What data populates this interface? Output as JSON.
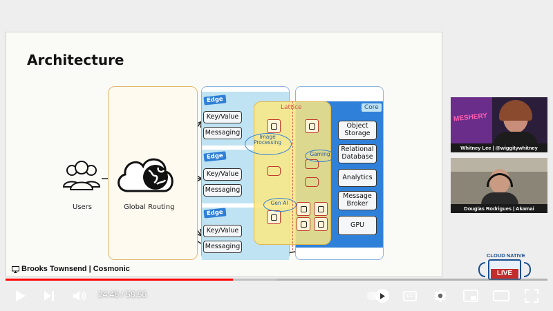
{
  "slide": {
    "title": "Architecture",
    "users_label": "Users",
    "global_routing_label": "Global Routing",
    "lattice_label": "Lattice",
    "core_label": "Core",
    "edge_groups": [
      {
        "tag": "Edge",
        "items": [
          "Key/Value",
          "Messaging"
        ]
      },
      {
        "tag": "Edge",
        "items": [
          "Key/Value",
          "Messaging"
        ]
      },
      {
        "tag": "Edge",
        "items": [
          "Key/Value",
          "Messaging"
        ]
      }
    ],
    "core_items": [
      "Object\nStorage",
      "Relational\nDatabase",
      "Analytics",
      "Message\nBroker",
      "GPU"
    ],
    "lattice_annotations": [
      "Image\nProcessing",
      "Gaming",
      "Gen AI"
    ],
    "presenter": "Brooks Townsend | Cosmonic"
  },
  "webcams": [
    {
      "caption": "Whitney Lee | @wiggitywhitney",
      "sign_text": "MESHERY"
    },
    {
      "caption": "Douglas Rodrigues | Akamai"
    }
  ],
  "live_badge": {
    "top_text": "CLOUD NATIVE",
    "label": "LIVE"
  },
  "player": {
    "current_time": "24:46",
    "separator": " / ",
    "duration": "58:56",
    "played_fraction": 0.42,
    "buffered_fraction": 0.5,
    "cc_label": "CC",
    "accent_color": "#ff0000"
  }
}
